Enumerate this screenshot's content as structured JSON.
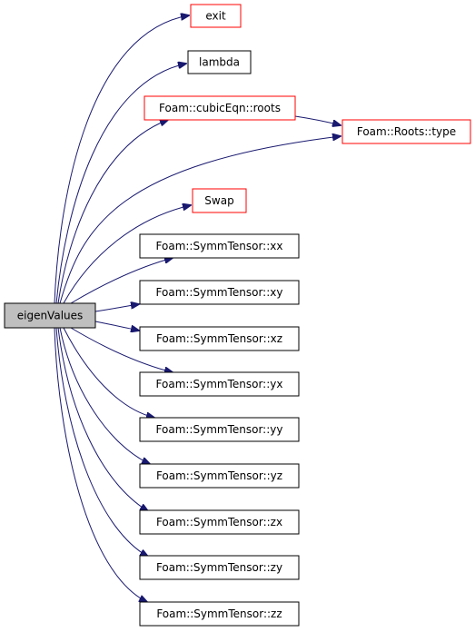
{
  "graph": {
    "source": {
      "id": "eigenValues",
      "label": "eigenValues",
      "fill": "#bfbfbf",
      "border": "#000000"
    },
    "nodes": [
      {
        "id": "exit",
        "label": "exit",
        "border": "#ff0000"
      },
      {
        "id": "lambda",
        "label": "lambda",
        "border": "#000000"
      },
      {
        "id": "cubicEqn_roots",
        "label": "Foam::cubicEqn::roots",
        "border": "#ff0000"
      },
      {
        "id": "Roots_type",
        "label": "Foam::Roots::type",
        "border": "#ff0000"
      },
      {
        "id": "Swap",
        "label": "Swap",
        "border": "#ff0000"
      },
      {
        "id": "xx",
        "label": "Foam::SymmTensor::xx",
        "border": "#000000"
      },
      {
        "id": "xy",
        "label": "Foam::SymmTensor::xy",
        "border": "#000000"
      },
      {
        "id": "xz",
        "label": "Foam::SymmTensor::xz",
        "border": "#000000"
      },
      {
        "id": "yx",
        "label": "Foam::SymmTensor::yx",
        "border": "#000000"
      },
      {
        "id": "yy",
        "label": "Foam::SymmTensor::yy",
        "border": "#000000"
      },
      {
        "id": "yz",
        "label": "Foam::SymmTensor::yz",
        "border": "#000000"
      },
      {
        "id": "zx",
        "label": "Foam::SymmTensor::zx",
        "border": "#000000"
      },
      {
        "id": "zy",
        "label": "Foam::SymmTensor::zy",
        "border": "#000000"
      },
      {
        "id": "zz",
        "label": "Foam::SymmTensor::zz",
        "border": "#000000"
      }
    ],
    "edges": [
      {
        "from": "eigenValues",
        "to": "exit"
      },
      {
        "from": "eigenValues",
        "to": "lambda"
      },
      {
        "from": "eigenValues",
        "to": "cubicEqn_roots"
      },
      {
        "from": "eigenValues",
        "to": "Roots_type"
      },
      {
        "from": "eigenValues",
        "to": "Swap"
      },
      {
        "from": "eigenValues",
        "to": "xx"
      },
      {
        "from": "eigenValues",
        "to": "xy"
      },
      {
        "from": "eigenValues",
        "to": "xz"
      },
      {
        "from": "eigenValues",
        "to": "yx"
      },
      {
        "from": "eigenValues",
        "to": "yy"
      },
      {
        "from": "eigenValues",
        "to": "yz"
      },
      {
        "from": "eigenValues",
        "to": "zx"
      },
      {
        "from": "eigenValues",
        "to": "zy"
      },
      {
        "from": "eigenValues",
        "to": "zz"
      },
      {
        "from": "cubicEqn_roots",
        "to": "Roots_type"
      }
    ],
    "edge_color": "#191970"
  }
}
